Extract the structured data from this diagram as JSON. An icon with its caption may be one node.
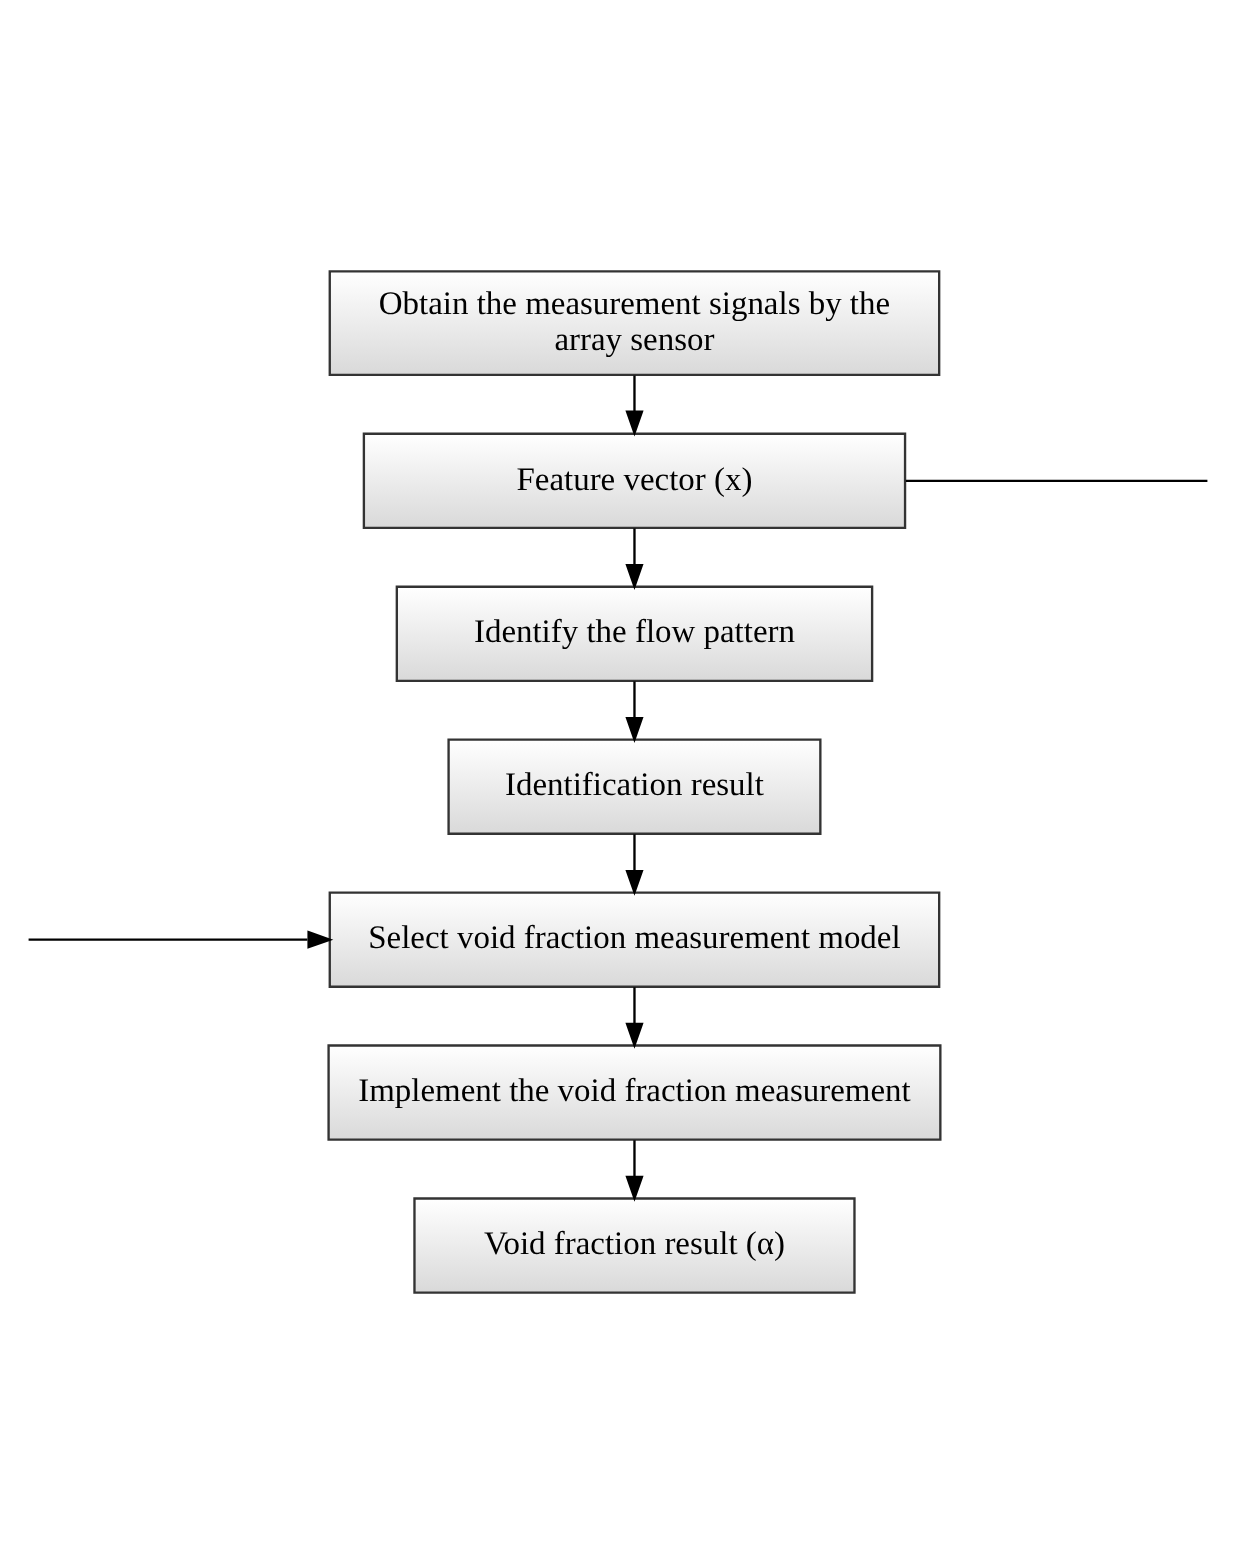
{
  "diagram": {
    "nodes": [
      {
        "text": [
          "Obtain the measurement signals by the array sensor"
        ]
      },
      {
        "text": [
          "Feature vector (x)"
        ]
      },
      {
        "text": [
          "Identify the flow pattern"
        ]
      },
      {
        "text": [
          "Identification result"
        ]
      },
      {
        "text": [
          "Select void fraction measurement model"
        ]
      },
      {
        "text": [
          "Implement the void fraction measurement"
        ]
      },
      {
        "text": [
          "Void fraction result (α)"
        ]
      }
    ],
    "edges": [
      {
        "from": 0,
        "to": 1,
        "arrow": "to"
      },
      {
        "from": 1,
        "to": 2,
        "arrow": "to"
      },
      {
        "from": 2,
        "to": 3,
        "arrow": "to"
      },
      {
        "from": 3,
        "to": 4,
        "arrow": "to"
      },
      {
        "from": 4,
        "to": 5,
        "arrow": "to"
      },
      {
        "from": 5,
        "to": 6,
        "arrow": "to"
      },
      {
        "from": 1,
        "to": null,
        "arrow": "none"
      },
      {
        "from": null,
        "to": 4,
        "arrow": "to"
      }
    ]
  }
}
